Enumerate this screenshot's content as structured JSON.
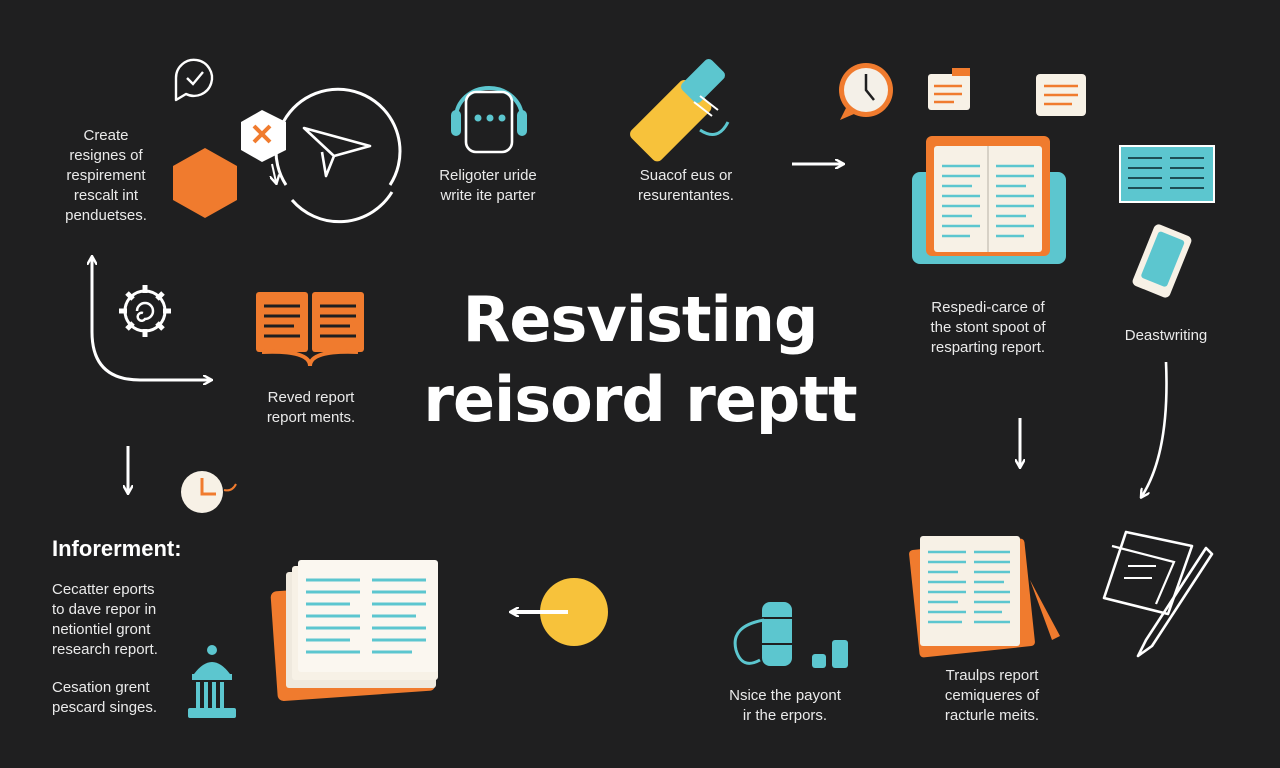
{
  "title": {
    "line1": "Resvisting",
    "line2": "reisord reptt"
  },
  "labels": {
    "create": [
      "Create",
      "resignes of",
      "respirement",
      "rescalt int",
      "penduetses."
    ],
    "religoter": [
      "Religoter uride",
      "write ite parter"
    ],
    "suacof": [
      "Suacof eus or",
      "resurentantes."
    ],
    "respedi": [
      "Respedi-carce of",
      "the stont spoot of",
      "resparting report."
    ],
    "deastwriting": [
      "Deastwriting"
    ],
    "revied": [
      "Reved report",
      "report ments."
    ],
    "inforerment_heading": "Inforerment:",
    "cecatter": [
      "Cecatter eports",
      "to dave repor in",
      "netiontiel gront",
      "research report."
    ],
    "cesation": [
      "Cesation grent",
      "pescard singes."
    ],
    "nsice": [
      "Nsice the payont",
      "ir the erpors."
    ],
    "traulps": [
      "Traulps report",
      "cemiqueres of",
      "racturle meits."
    ]
  },
  "colors": {
    "background": "#1f1f20",
    "orange": "#f07b2e",
    "teal": "#5cc6cf",
    "yellow": "#f7c23b",
    "white": "#ffffff"
  },
  "icons": [
    "chat-check-icon",
    "hexagon-icon",
    "paper-plane-icon",
    "headset-chat-icon",
    "marker-icon",
    "clock-icon",
    "notes-icon",
    "document-board-icon",
    "spreadsheet-icon",
    "phone-icon",
    "gear-icon",
    "open-book-icon",
    "timer-icon",
    "document-stack-icon",
    "yellow-circle-icon",
    "stethoscope-icon",
    "documents-icon",
    "pen-paper-icon",
    "column-icon"
  ]
}
